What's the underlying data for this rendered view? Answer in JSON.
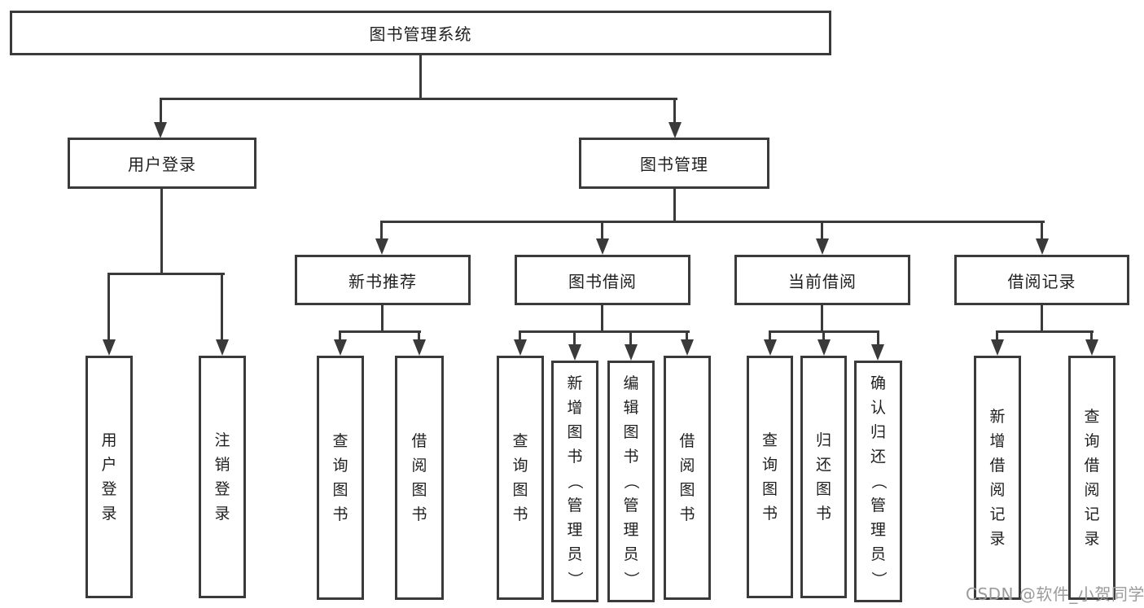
{
  "diagram_title": "图书管理系统",
  "colors": {
    "line": "#3a3a3a",
    "text": "#1f1f1f",
    "box_background": "#ffffff",
    "page_background": "#ffffff",
    "watermark": "#9b9b9b"
  },
  "watermark": {
    "text": "CSDN @软件_小贺同学"
  },
  "tree": {
    "label": "图书管理系统",
    "children": [
      {
        "label": "用户登录",
        "children": [
          {
            "label": "用户登录"
          },
          {
            "label": "注销登录"
          }
        ]
      },
      {
        "label": "图书管理",
        "children": [
          {
            "label": "新书推荐",
            "children": [
              {
                "label": "查询图书"
              },
              {
                "label": "借阅图书"
              }
            ]
          },
          {
            "label": "图书借阅",
            "children": [
              {
                "label": "查询图书"
              },
              {
                "label": "新增图书（管理员）"
              },
              {
                "label": "编辑图书（管理员）"
              },
              {
                "label": "借阅图书"
              }
            ]
          },
          {
            "label": "当前借阅",
            "children": [
              {
                "label": "查询图书"
              },
              {
                "label": "归还图书"
              },
              {
                "label": "确认归还（管理员）"
              }
            ]
          },
          {
            "label": "借阅记录",
            "children": [
              {
                "label": "新增借阅记录"
              },
              {
                "label": "查询借阅记录"
              }
            ]
          }
        ]
      }
    ]
  }
}
